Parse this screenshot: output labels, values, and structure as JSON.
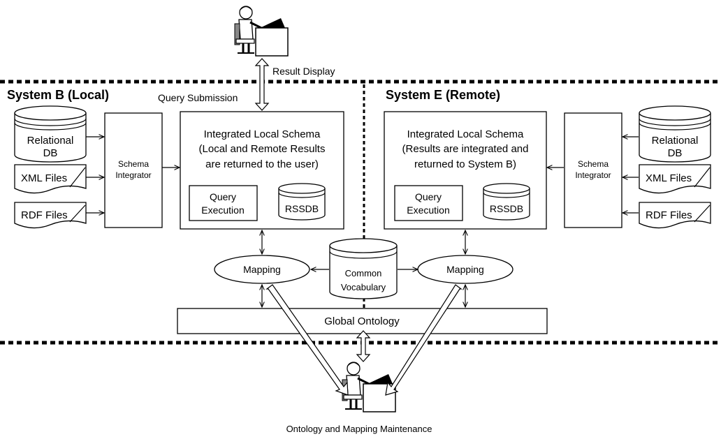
{
  "labels": {
    "result_display": "Result Display",
    "query_submission": "Query Submission",
    "maintenance": "Ontology and Mapping Maintenance",
    "global_ontology": "Global Ontology",
    "common_vocab_1": "Common",
    "common_vocab_2": "Vocabulary"
  },
  "system_b": {
    "title": "System B (Local)",
    "db_line1": "Relational",
    "db_line2": "DB",
    "xml": "XML Files",
    "rdf": "RDF Files",
    "integrator_1": "Schema",
    "integrator_2": "Integrator",
    "schema_l1": "Integrated Local Schema",
    "schema_l2": "(Local and Remote Results",
    "schema_l3": "are returned to the user)",
    "query_1": "Query",
    "query_2": "Execution",
    "rssdb": "RSSDB",
    "mapping": "Mapping"
  },
  "system_e": {
    "title": "System E (Remote)",
    "db_line1": "Relational",
    "db_line2": "DB",
    "xml": "XML Files",
    "rdf": "RDF Files",
    "integrator_1": "Schema",
    "integrator_2": "Integrator",
    "schema_l1": "Integrated Local Schema",
    "schema_l2": "(Results are integrated and",
    "schema_l3": "returned to System B)",
    "query_1": "Query",
    "query_2": "Execution",
    "rssdb": "RSSDB",
    "mapping": "Mapping"
  }
}
